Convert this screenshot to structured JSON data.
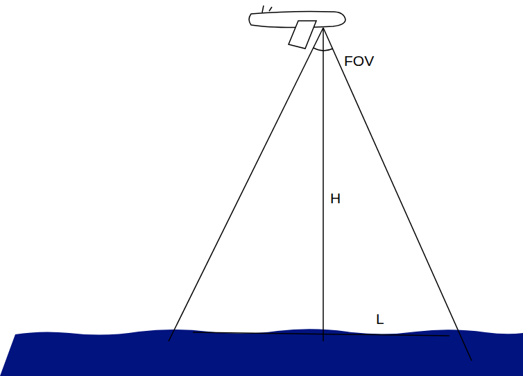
{
  "diagram": {
    "labels": [
      "FOV",
      "H",
      "L"
    ]
  }
}
